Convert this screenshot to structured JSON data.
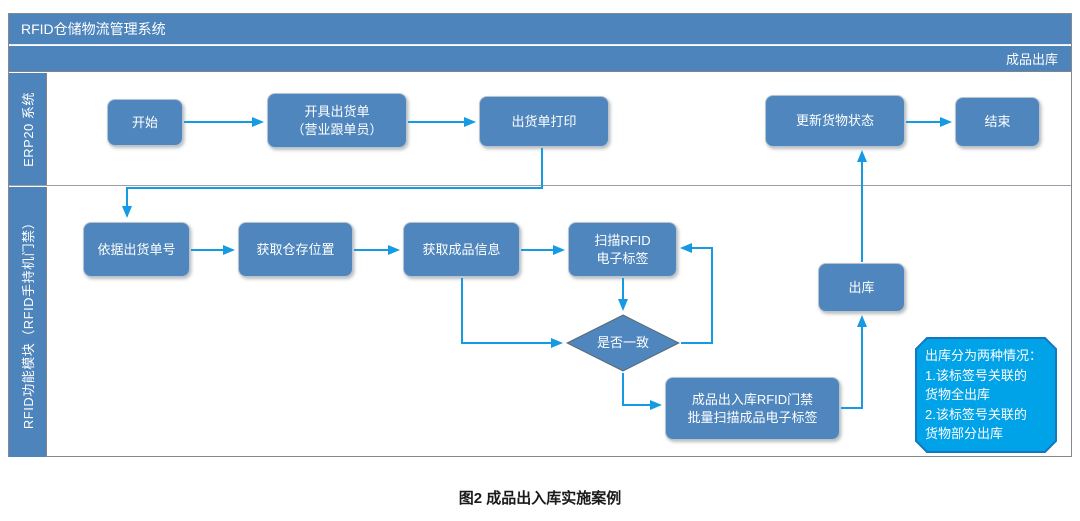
{
  "colors": {
    "bar_blue": "#4d84bc",
    "node_blue": "#4e86bd",
    "arrow_blue": "#169ae3",
    "note_fill": "#00a2e8",
    "note_border": "#1577be",
    "frame_border": "#85898e"
  },
  "header": {
    "title": "RFID仓储物流管理系统",
    "subtitle_right": "成品出库"
  },
  "lanes": [
    {
      "label": "ERP20 系统"
    },
    {
      "label": "RFID功能模块（RFID手持机门禁）"
    }
  ],
  "nodes": {
    "start": "开始",
    "create_shipping_order": "开具出货单\n（营业跟单员）",
    "print_shipping_order": "出货单打印",
    "update_cargo_status": "更新货物状态",
    "end": "结束",
    "by_order_no": "依据出货单号",
    "get_warehouse_location": "获取仓存位置",
    "get_product_info": "获取成品信息",
    "scan_rfid_tag": "扫描RFID\n电子标签",
    "is_consistent": "是否一致",
    "gate_batch_scan": "成品出入库RFID门禁\n批量扫描成品电子标签",
    "outbound": "出库"
  },
  "note": {
    "text": "出库分为两种情况：\n1.该标签号关联的\n货物全出库\n2.该标签号关联的\n货物部分出库"
  },
  "caption": "图2 成品出入库实施案例"
}
